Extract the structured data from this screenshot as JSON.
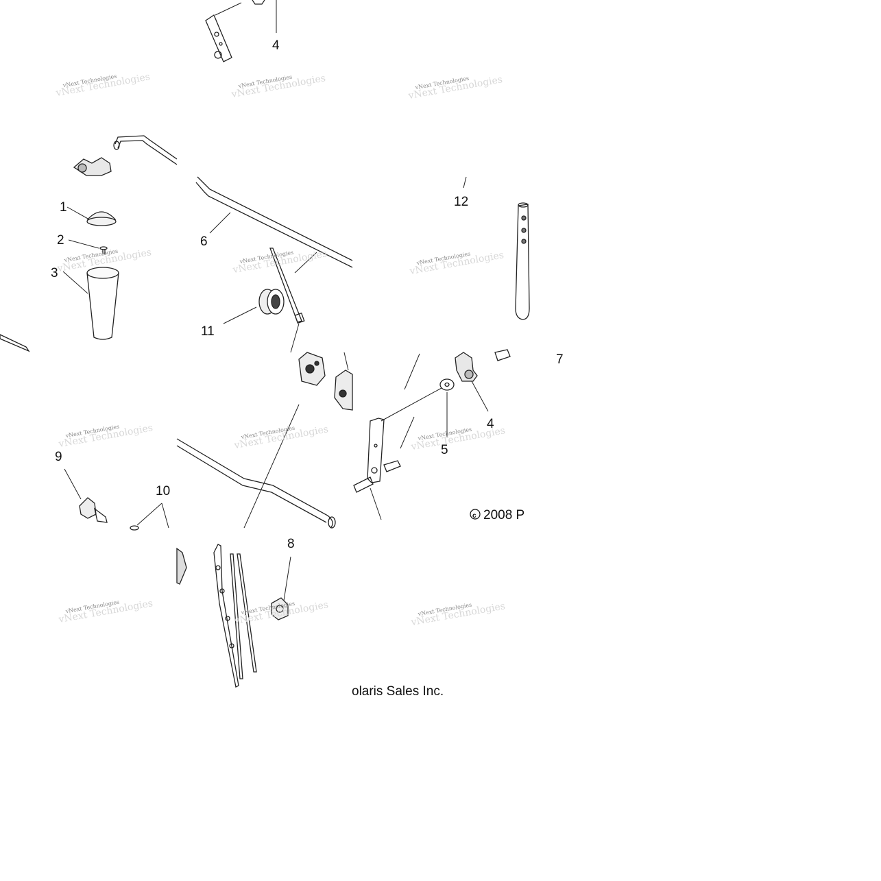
{
  "diagram": {
    "callouts": {
      "c4a": "4",
      "c1": "1",
      "c2": "2",
      "c3": "3",
      "c6": "6",
      "c11": "11",
      "c12": "12",
      "c7": "7",
      "c4b": "4",
      "c5": "5",
      "c9": "9",
      "c10": "10",
      "c8": "8"
    },
    "copyright_top": "2008 P",
    "copyright_bottom": "olaris Sales Inc.",
    "watermark": "vNext Technologies"
  }
}
